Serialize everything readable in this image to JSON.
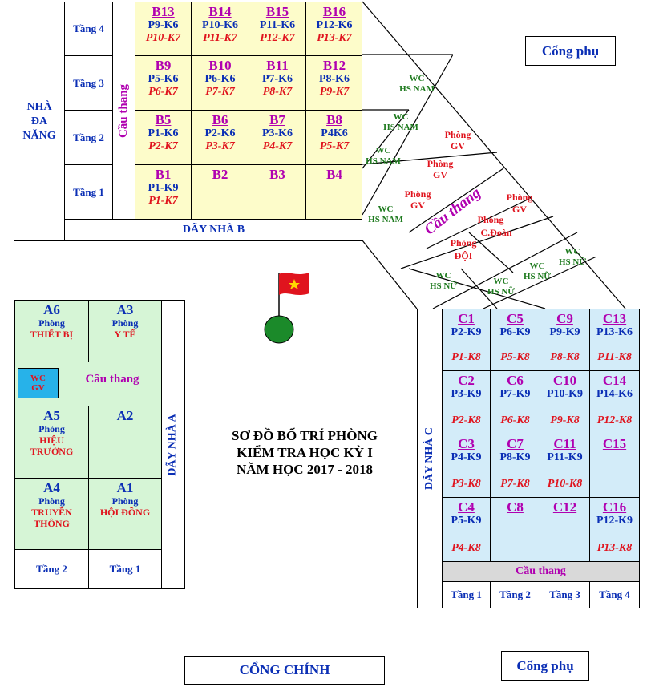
{
  "title": [
    "SƠ ĐỒ BỐ TRÍ PHÒNG",
    "KIỂM TRA HỌC KỲ I",
    "NĂM HỌC 2017 - 2018"
  ],
  "gates": {
    "side_top": "Cổng phụ",
    "side_bottom": "Cổng phụ",
    "main": "CỔNG CHÍNH"
  },
  "building_b": {
    "label": "DÃY NHÀ B",
    "multi_hall": [
      "NHÀ",
      "ĐA",
      "NĂNG"
    ],
    "stair": "Cầu thang",
    "floors": [
      "Tầng 4",
      "Tầng 3",
      "Tầng 2",
      "Tầng 1"
    ],
    "rooms": [
      {
        "name": "B13",
        "r1": "P9-K6",
        "r2": "P10-K7"
      },
      {
        "name": "B14",
        "r1": "P10-K6",
        "r2": "P11-K7"
      },
      {
        "name": "B15",
        "r1": "P11-K6",
        "r2": "P12-K7"
      },
      {
        "name": "B16",
        "r1": "P12-K6",
        "r2": "P13-K7"
      },
      {
        "name": "B9",
        "r1": "P5-K6",
        "r2": "P6-K7"
      },
      {
        "name": "B10",
        "r1": "P6-K6",
        "r2": "P7-K7"
      },
      {
        "name": "B11",
        "r1": "P7-K6",
        "r2": "P8-K7"
      },
      {
        "name": "B12",
        "r1": "P8-K6",
        "r2": "P9-K7"
      },
      {
        "name": "B5",
        "r1": "P1-K6",
        "r2": "P2-K7"
      },
      {
        "name": "B6",
        "r1": "P2-K6",
        "r2": "P3-K7"
      },
      {
        "name": "B7",
        "r1": "P3-K6",
        "r2": "P4-K7"
      },
      {
        "name": "B8",
        "r1": "P4K6",
        "r2": "P5-K7"
      },
      {
        "name": "B1",
        "r1": "P1-K9",
        "r2": "P1-K7"
      },
      {
        "name": "B2",
        "r1": "",
        "r2": ""
      },
      {
        "name": "B3",
        "r1": "",
        "r2": ""
      },
      {
        "name": "B4",
        "r1": "",
        "r2": ""
      }
    ]
  },
  "connector": {
    "wc_hs_nam": [
      "WC",
      "HS NAM"
    ],
    "wc_hs_nu": [
      "WC",
      "HS NỮ"
    ],
    "phong_gv": [
      "Phòng",
      "GV"
    ],
    "stair": "Cầu thang",
    "phong_cdoan": [
      "Phòng",
      "C.Đoàn"
    ],
    "phong_doi": [
      "Phòng",
      "ĐỘI"
    ]
  },
  "building_a": {
    "label": "DÃY NHÀ A",
    "stair": "Cầu thang",
    "wc_gv": [
      "WC",
      "GV"
    ],
    "floors": [
      "Tầng 2",
      "Tầng 1"
    ],
    "rooms": [
      {
        "name": "A6",
        "phong": "Phòng",
        "fn": [
          "THIẾT BỊ"
        ]
      },
      {
        "name": "A3",
        "phong": "Phòng",
        "fn": [
          "Y TẾ"
        ]
      },
      {
        "name": "A5",
        "phong": "Phòng",
        "fn": [
          "HIỆU",
          "TRƯỞNG"
        ]
      },
      {
        "name": "A2",
        "phong": "",
        "fn": []
      },
      {
        "name": "A4",
        "phong": "Phòng",
        "fn": [
          "TRUYỀN",
          "THÔNG"
        ]
      },
      {
        "name": "A1",
        "phong": "Phòng",
        "fn": [
          "HỘI ĐỒNG"
        ]
      }
    ]
  },
  "building_c": {
    "label": "DÃY NHÀ C",
    "stair": "Cầu thang",
    "floors": [
      "Tầng 1",
      "Tầng 2",
      "Tầng 3",
      "Tầng 4"
    ],
    "rooms": [
      {
        "name": "C1",
        "r1": "P2-K9",
        "r2": "P1-K8"
      },
      {
        "name": "C5",
        "r1": "P6-K9",
        "r2": "P5-K8"
      },
      {
        "name": "C9",
        "r1": "P9-K9",
        "r2": "P8-K8"
      },
      {
        "name": "C13",
        "r1": "P13-K6",
        "r2": "P11-K8"
      },
      {
        "name": "C2",
        "r1": "P3-K9",
        "r2": "P2-K8"
      },
      {
        "name": "C6",
        "r1": "P7-K9",
        "r2": "P6-K8"
      },
      {
        "name": "C10",
        "r1": "P10-K9",
        "r2": "P9-K8"
      },
      {
        "name": "C14",
        "r1": "P14-K6",
        "r2": "P12-K8"
      },
      {
        "name": "C3",
        "r1": "P4-K9",
        "r2": "P3-K8"
      },
      {
        "name": "C7",
        "r1": "P8-K9",
        "r2": "P7-K8"
      },
      {
        "name": "C11",
        "r1": "P11-K9",
        "r2": "P10-K8"
      },
      {
        "name": "C15",
        "r1": "",
        "r2": ""
      },
      {
        "name": "C4",
        "r1": "P5-K9",
        "r2": "P4-K8"
      },
      {
        "name": "C8",
        "r1": "",
        "r2": ""
      },
      {
        "name": "C12",
        "r1": "",
        "r2": ""
      },
      {
        "name": "C16",
        "r1": "P12-K9",
        "r2": "P13-K8"
      }
    ]
  },
  "colors": {
    "magenta": "#b000b0",
    "blue": "#0b2fb5",
    "red": "#e0141e",
    "green": "#1e7a1e",
    "yellow_bg": "#fdfcca",
    "green_bg": "#d6f5d6",
    "blue_bg": "#d3ecf9"
  }
}
